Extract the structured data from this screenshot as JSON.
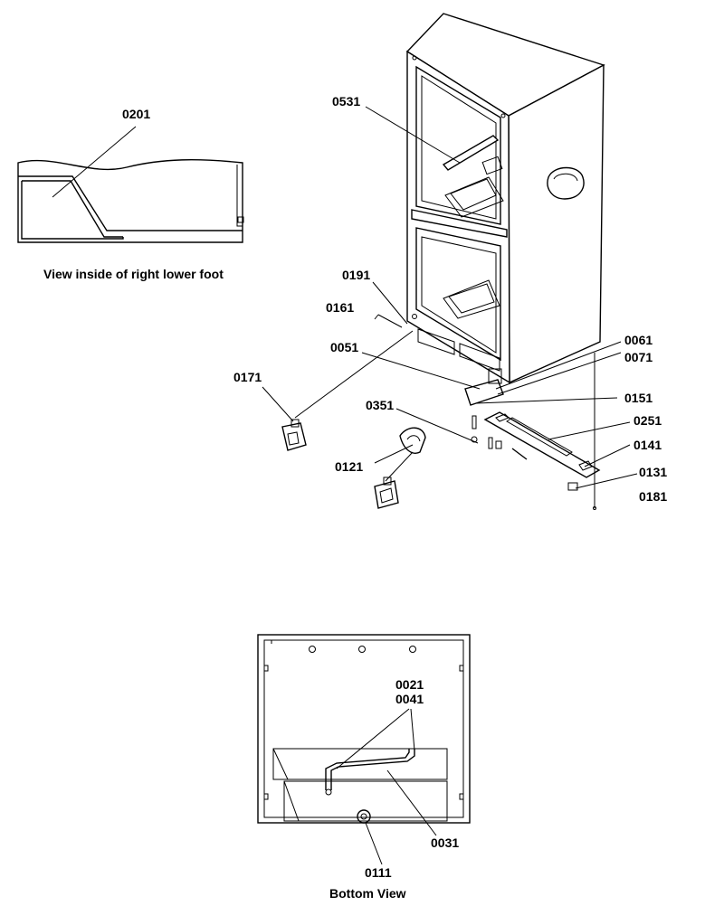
{
  "labels": {
    "p0201": "0201",
    "p0531": "0531",
    "p0191": "0191",
    "p0161": "0161",
    "p0051": "0051",
    "p0061": "0061",
    "p0071": "0071",
    "p0171": "0171",
    "p0351": "0351",
    "p0151": "0151",
    "p0251": "0251",
    "p0141": "0141",
    "p0121": "0121",
    "p0131": "0131",
    "p0181": "0181",
    "p0021": "0021",
    "p0041": "0041",
    "p0031": "0031",
    "p0111": "0111"
  },
  "captions": {
    "inset": "View inside of right lower foot",
    "bottom": "Bottom View"
  }
}
